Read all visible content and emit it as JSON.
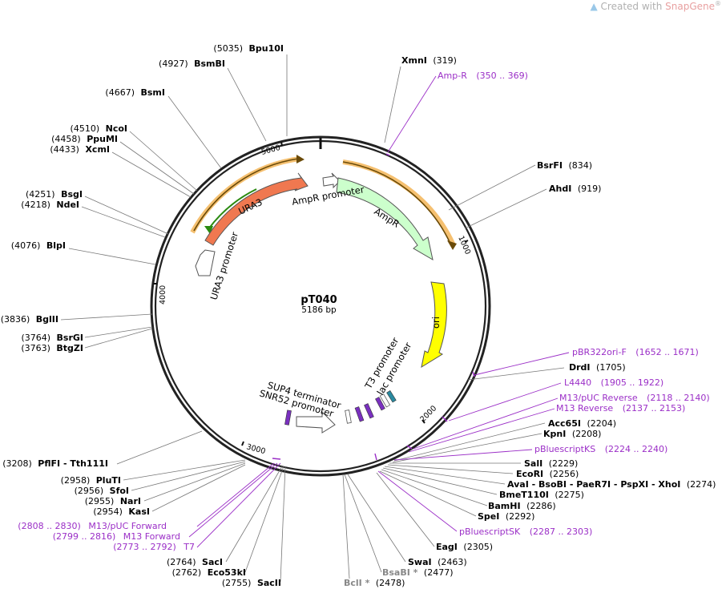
{
  "credit": {
    "prefix": "Created with ",
    "brand": "SnapGene",
    "mark": "®"
  },
  "plasmid": {
    "name": "pT040",
    "size": "5186 bp"
  },
  "ruler": [
    "1000",
    "2000",
    "3000",
    "4000",
    "5000"
  ],
  "features": {
    "ampr_promoter": "AmpR promoter",
    "ampr": "AmpR",
    "ori": "ori",
    "ura3": "URA3",
    "ura3_promoter": "URA3 promoter",
    "t3_promoter": "T3 promoter",
    "lac_promoter": "lac promoter",
    "sup4_terminator": "SUP4 terminator",
    "snr52_promoter": "SNR52 promoter"
  },
  "sites_right": [
    {
      "pos": "(319)",
      "name": "XmnI"
    },
    {
      "pos": "(834)",
      "name": "BsrFI"
    },
    {
      "pos": "(919)",
      "name": "AhdI"
    },
    {
      "pos": "(1705)",
      "name": "DrdI"
    },
    {
      "pos": "(2204)",
      "name": "Acc65I"
    },
    {
      "pos": "(2208)",
      "name": "KpnI"
    },
    {
      "pos": "(2229)",
      "name": "SalI"
    },
    {
      "pos": "(2256)",
      "name": "EcoRI"
    },
    {
      "pos": "(2274)",
      "name": "AvaI - BsoBI - PaeR7I - PspXI - XhoI"
    },
    {
      "pos": "(2275)",
      "name": "BmeT110I"
    },
    {
      "pos": "(2286)",
      "name": "BamHI"
    },
    {
      "pos": "(2292)",
      "name": "SpeI"
    },
    {
      "pos": "(2305)",
      "name": "EagI"
    },
    {
      "pos": "(2463)",
      "name": "SwaI"
    },
    {
      "pos": "(2477)",
      "name": "BsaBI *"
    },
    {
      "pos": "(2478)",
      "name": "BclI *"
    }
  ],
  "sites_left": [
    {
      "pos": "(5035)",
      "name": "Bpu10I"
    },
    {
      "pos": "(4927)",
      "name": "BsmBI"
    },
    {
      "pos": "(4667)",
      "name": "BsmI"
    },
    {
      "pos": "(4510)",
      "name": "NcoI"
    },
    {
      "pos": "(4458)",
      "name": "PpuMI"
    },
    {
      "pos": "(4433)",
      "name": "XcmI"
    },
    {
      "pos": "(4251)",
      "name": "BsgI"
    },
    {
      "pos": "(4218)",
      "name": "NdeI"
    },
    {
      "pos": "(4076)",
      "name": "BlpI"
    },
    {
      "pos": "(3836)",
      "name": "BglII"
    },
    {
      "pos": "(3764)",
      "name": "BsrGI"
    },
    {
      "pos": "(3763)",
      "name": "BtgZI"
    },
    {
      "pos": "(3208)",
      "name": "PflFI - Tth111I"
    },
    {
      "pos": "(2958)",
      "name": "PluTI"
    },
    {
      "pos": "(2956)",
      "name": "SfoI"
    },
    {
      "pos": "(2955)",
      "name": "NarI"
    },
    {
      "pos": "(2954)",
      "name": "KasI"
    },
    {
      "pos": "(2764)",
      "name": "SacI"
    },
    {
      "pos": "(2762)",
      "name": "Eco53kI"
    },
    {
      "pos": "(2755)",
      "name": "SacII"
    }
  ],
  "primers": [
    {
      "name": "Amp-R",
      "range": "(350 .. 369)"
    },
    {
      "name": "pBR322ori-F",
      "range": "(1652 .. 1671)"
    },
    {
      "name": "L4440",
      "range": "(1905 .. 1922)"
    },
    {
      "name": "M13/pUC Reverse",
      "range": "(2118 .. 2140)"
    },
    {
      "name": "M13 Reverse",
      "range": "(2137 .. 2153)"
    },
    {
      "name": "pBluescriptKS",
      "range": "(2224 .. 2240)"
    },
    {
      "name": "pBluescriptSK",
      "range": "(2287 .. 2303)"
    },
    {
      "name": "M13/pUC Forward",
      "range": "(2808 .. 2830)"
    },
    {
      "name": "M13 Forward",
      "range": "(2799 .. 2816)"
    },
    {
      "name": "T7",
      "range": "(2773 .. 2792)"
    }
  ],
  "colors": {
    "backbone": "#222222",
    "primer": "#9b2fc7",
    "ampr": "#ccffcc",
    "ori": "#ffff00",
    "ura3": "#f07850",
    "orf_outline": "#f0a020",
    "orf_inner": "#7a5a10",
    "ura3_orf_inner": "#2a8a10",
    "lac_operator": "#2a8aa0",
    "misc_purple": "#7a30c0"
  }
}
